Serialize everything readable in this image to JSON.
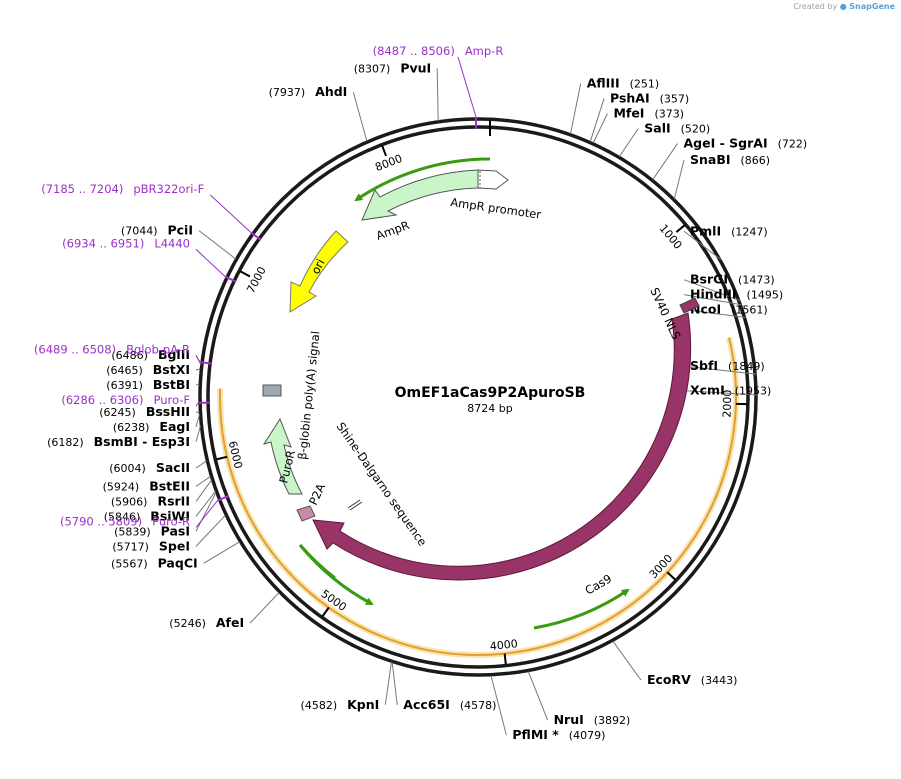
{
  "credit": {
    "prefix": "Created by",
    "brand": "SnapGene"
  },
  "plasmid": {
    "name": "OmEF1aCas9P2ApuroSB",
    "length_label": "8724 bp",
    "length": 8724
  },
  "colors": {
    "backbone": "#1a1a1a",
    "primer": "#9b30c8",
    "cas9": "#983468",
    "ampr": "#c9f5c9",
    "ori": "#ffff00",
    "puroR": "#c9f5c9",
    "orf": "#f0b040",
    "orf_glow": "#fae3b0",
    "green_orf": "#3a9a10",
    "sv40": "#983468",
    "p2a": "#c88aa8"
  },
  "ticks": [
    {
      "value": 1000,
      "label": "1000"
    },
    {
      "value": 2000,
      "label": "2000"
    },
    {
      "value": 3000,
      "label": "3000"
    },
    {
      "value": 4000,
      "label": "4000"
    },
    {
      "value": 5000,
      "label": "5000"
    },
    {
      "value": 6000,
      "label": "6000"
    },
    {
      "value": 7000,
      "label": "7000"
    },
    {
      "value": 8000,
      "label": "8000"
    }
  ],
  "sites": [
    {
      "name": "AflIII",
      "pos": "(251)",
      "bp": 251,
      "side": "right"
    },
    {
      "name": "PshAI",
      "pos": "(357)",
      "bp": 357,
      "side": "right"
    },
    {
      "name": "MfeI",
      "pos": "(373)",
      "bp": 373,
      "side": "right"
    },
    {
      "name": "SalI",
      "pos": "(520)",
      "bp": 520,
      "side": "right"
    },
    {
      "name": "AgeI",
      "sep": " - ",
      "name2": "SgrAI",
      "pos": "(722)",
      "bp": 722,
      "side": "right"
    },
    {
      "name": "SnaBI",
      "pos": "(866)",
      "bp": 866,
      "side": "right"
    },
    {
      "name": "PmlI",
      "pos": "(1247)",
      "bp": 1247,
      "side": "right"
    },
    {
      "name": "BsrGI",
      "pos": "(1473)",
      "bp": 1473,
      "side": "right"
    },
    {
      "name": "HindIII",
      "pos": "(1495)",
      "bp": 1495,
      "side": "right"
    },
    {
      "name": "NcoI",
      "pos": "(1561)",
      "bp": 1561,
      "side": "right"
    },
    {
      "name": "SbfI",
      "pos": "(1849)",
      "bp": 1849,
      "side": "right"
    },
    {
      "name": "XcmI",
      "pos": "(1953)",
      "bp": 1953,
      "side": "right"
    },
    {
      "name": "EcoRV",
      "pos": "(3443)",
      "bp": 3443,
      "side": "right"
    },
    {
      "name": "NruI",
      "pos": "(3892)",
      "bp": 3892,
      "side": "right"
    },
    {
      "name": "PflMI *",
      "pos": "(4079)",
      "bp": 4079,
      "side": "right"
    },
    {
      "name": "Acc65I",
      "pos": "(4578)",
      "bp": 4578,
      "side": "right"
    },
    {
      "name": "KpnI",
      "pos": "(4582)",
      "bp": 4582,
      "side": "left"
    },
    {
      "name": "AfeI",
      "pos": "(5246)",
      "bp": 5246,
      "side": "left"
    },
    {
      "name": "PaqCI",
      "pos": "(5567)",
      "bp": 5567,
      "side": "left"
    },
    {
      "name": "SpeI",
      "pos": "(5717)",
      "bp": 5717,
      "side": "left"
    },
    {
      "name": "PasI",
      "pos": "(5839)",
      "bp": 5839,
      "side": "left"
    },
    {
      "name": "BsiWI",
      "pos": "(5846)",
      "bp": 5846,
      "side": "left"
    },
    {
      "name": "RsrII",
      "pos": "(5906)",
      "bp": 5906,
      "side": "left"
    },
    {
      "name": "BstEII",
      "pos": "(5924)",
      "bp": 5924,
      "side": "left"
    },
    {
      "name": "SacII",
      "pos": "(6004)",
      "bp": 6004,
      "side": "left"
    },
    {
      "name": "BsmBI",
      "sep": " - ",
      "name2": "Esp3I",
      "pos": "(6182)",
      "bp": 6182,
      "side": "left"
    },
    {
      "name": "EagI",
      "pos": "(6238)",
      "bp": 6238,
      "side": "left"
    },
    {
      "name": "BssHII",
      "pos": "(6245)",
      "bp": 6245,
      "side": "left"
    },
    {
      "name": "BstBI",
      "pos": "(6391)",
      "bp": 6391,
      "side": "left"
    },
    {
      "name": "BstXI",
      "pos": "(6465)",
      "bp": 6465,
      "side": "left"
    },
    {
      "name": "BglII",
      "pos": "(6486)",
      "bp": 6486,
      "side": "left"
    },
    {
      "name": "PciI",
      "pos": "(7044)",
      "bp": 7044,
      "side": "left"
    },
    {
      "name": "AhdI",
      "pos": "(7937)",
      "bp": 7937,
      "side": "left"
    },
    {
      "name": "PvuI",
      "pos": "(8307)",
      "bp": 8307,
      "side": "left"
    }
  ],
  "primers": [
    {
      "range": "(8487 .. 8506)",
      "name": "Amp-R",
      "bp": 8496
    },
    {
      "range": "(7185 .. 7204)",
      "name": "pBR322ori-F",
      "bp": 7195
    },
    {
      "range": "(6934 .. 6951)",
      "name": "L4440",
      "bp": 6942
    },
    {
      "range": "(6489 .. 6508)",
      "name": "Bglob-pA-R",
      "bp": 6498
    },
    {
      "range": "(6286 .. 6306)",
      "name": "Puro-F",
      "bp": 6296
    },
    {
      "range": "(5790 .. 5809)",
      "name": "Puro-R",
      "bp": 5800
    }
  ],
  "features": [
    {
      "name": "AmpR promoter",
      "start": 8105,
      "end": 9
    },
    {
      "name": "AmpR",
      "start": 7600,
      "end": 8100
    },
    {
      "name": "ori",
      "start": 6820,
      "end": 7400
    },
    {
      "name": "β-globin poly(A) signal",
      "start": 6550,
      "end": 6680
    },
    {
      "name": "PuroR",
      "start": 5770,
      "end": 6370
    },
    {
      "name": "P2A",
      "start": 5710,
      "end": 5770
    },
    {
      "name": "Shine-Dalgarno sequence",
      "start": 5540,
      "end": 5560
    },
    {
      "name": "Cas9",
      "start": 1700,
      "end": 5700
    },
    {
      "name": "SV40 NLS",
      "start": 1640,
      "end": 1700
    }
  ]
}
